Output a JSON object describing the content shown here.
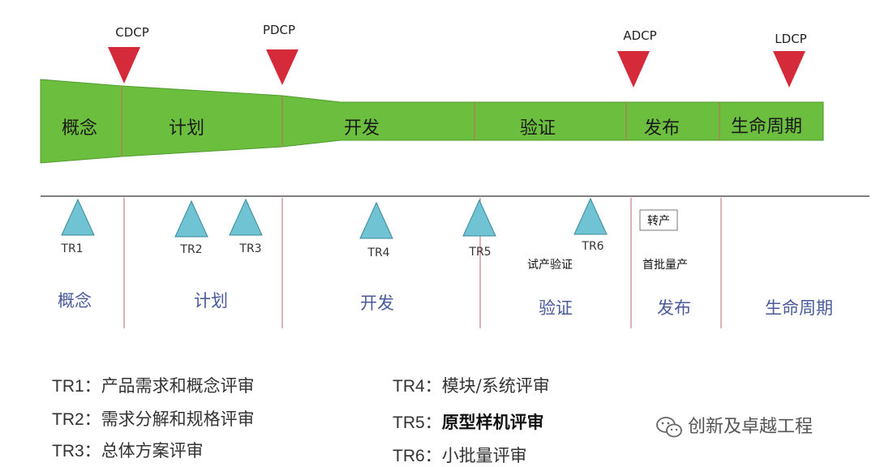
{
  "decision_points": [
    "CDCP",
    "PDCP",
    "ADCP",
    "LDCP"
  ],
  "phases": [
    "概念",
    "计划",
    "开发",
    "验证",
    "发布",
    "生命周期"
  ],
  "reviews": [
    "TR1",
    "TR2",
    "TR3",
    "TR4",
    "TR5",
    "TR6"
  ],
  "notes": {
    "trial": "试产验证",
    "transfer": "转产",
    "first_batch": "首批量产"
  },
  "legend": [
    {
      "code": "TR1：",
      "desc": "产品需求和概念评审"
    },
    {
      "code": "TR2：",
      "desc": "需求分解和规格评审"
    },
    {
      "code": "TR3：",
      "desc": "总体方案评审"
    },
    {
      "code": "TR4：",
      "desc": "模块/系统评审"
    },
    {
      "code": "TR5：",
      "desc": "原型样机评审"
    },
    {
      "code": "TR6：",
      "desc": "小批量评审"
    }
  ],
  "watermark": "创新及卓越工程",
  "colors": {
    "phase_bar": "#6cbf3e",
    "dcp_marker": "#d42a3a",
    "tr_marker": "#6fc3d3",
    "divider": "#c98080"
  }
}
